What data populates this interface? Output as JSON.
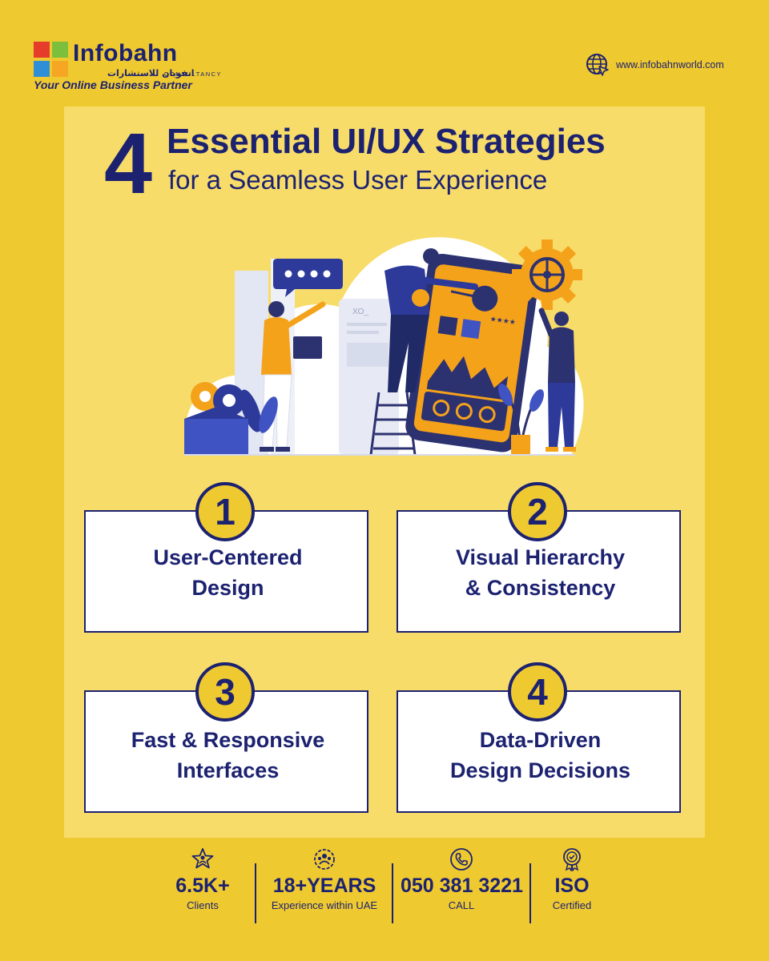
{
  "brand": {
    "name": "Infobahn",
    "arabic": "انفوبان للاستشارات",
    "consultancy": "CONSULTANCY",
    "tagline": "Your Online Business Partner",
    "colors": [
      "#e53c2b",
      "#7cbf3c",
      "#2f8fd6",
      "#f5a623"
    ]
  },
  "website": {
    "icon": "globe-cursor-icon",
    "text": "www.infobahnworld.com"
  },
  "header": {
    "number": "4",
    "title": "Essential UI/UX Strategies",
    "subtitle": "for a Seamless User Experience"
  },
  "illustration": {
    "icon": "ui-ux-team-illustration"
  },
  "strategies": [
    {
      "number": "1",
      "line1": "User-Centered",
      "line2": "Design"
    },
    {
      "number": "2",
      "line1": "Visual Hierarchy",
      "line2": "& Consistency"
    },
    {
      "number": "3",
      "line1": "Fast & Responsive",
      "line2": "Interfaces"
    },
    {
      "number": "4",
      "line1": "Data-Driven",
      "line2": "Design Decisions"
    }
  ],
  "stats": [
    {
      "icon": "star-person-icon",
      "value": "6.5K+",
      "label": "Clients"
    },
    {
      "icon": "team-globe-icon",
      "value": "18+YEARS",
      "label": "Experience within UAE"
    },
    {
      "icon": "phone-icon",
      "value": "050 381 3221",
      "label": "CALL"
    },
    {
      "icon": "certificate-icon",
      "value": "ISO",
      "label": "Certified"
    }
  ],
  "colors": {
    "background": "#efc930",
    "panel": "#f7dc6a",
    "navy": "#1c2270",
    "orange": "#f5a21b"
  }
}
